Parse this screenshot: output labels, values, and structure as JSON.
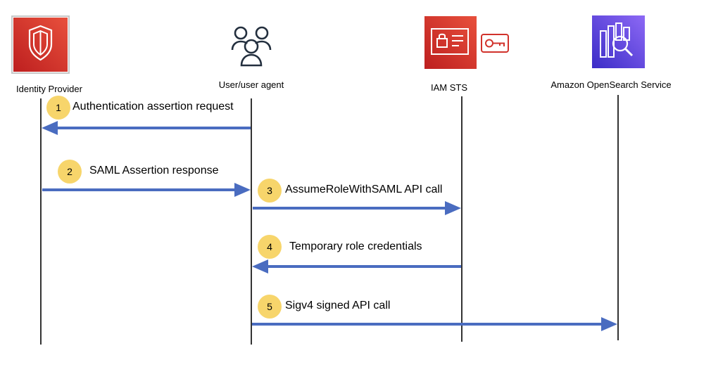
{
  "actors": [
    {
      "id": "idp",
      "label": "Identity Provider",
      "icon": "shield-icon"
    },
    {
      "id": "user",
      "label": "User/user agent",
      "icon": "users-icon"
    },
    {
      "id": "sts",
      "label": "IAM STS",
      "icon": "id-card-lock-icon"
    },
    {
      "id": "opensearch",
      "label": "Amazon OpenSearch Service",
      "icon": "opensearch-search-icon"
    }
  ],
  "steps": [
    {
      "num": "1",
      "label": "Authentication assertion request",
      "from": "user",
      "to": "idp"
    },
    {
      "num": "2",
      "label": "SAML Assertion response",
      "from": "idp",
      "to": "user"
    },
    {
      "num": "3",
      "label": "AssumeRoleWithSAML API call",
      "from": "user",
      "to": "sts"
    },
    {
      "num": "4",
      "label": "Temporary role credentials",
      "from": "sts",
      "to": "user"
    },
    {
      "num": "5",
      "label": "Sigv4 signed API call",
      "from": "user",
      "to": "opensearch"
    }
  ],
  "colors": {
    "arrow": "#4a6cc0",
    "badge": "#f7d56b",
    "security_red": "#d1322b",
    "analytics_purple": "#4d3bd6",
    "lifeline": "#000000"
  }
}
